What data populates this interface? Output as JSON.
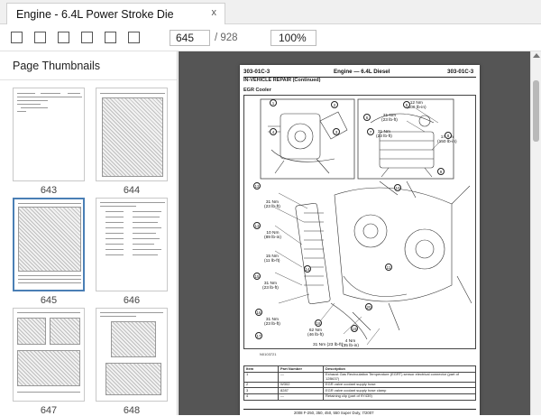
{
  "tab": {
    "title": "Engine - 6.4L Power Stroke Die",
    "close": "x"
  },
  "toolbar": {
    "buttons": [
      "square-button-1",
      "square-button-2",
      "square-button-3",
      "square-button-4",
      "square-button-5",
      "square-button-6"
    ],
    "page_value": "645",
    "page_total": "/ 928",
    "zoom_value": "100%"
  },
  "sidebar": {
    "title": "Page Thumbnails",
    "thumbnails": [
      {
        "label": "643",
        "selected": false
      },
      {
        "label": "644",
        "selected": false
      },
      {
        "label": "645",
        "selected": true
      },
      {
        "label": "646",
        "selected": false
      },
      {
        "label": "647",
        "selected": false
      },
      {
        "label": "648",
        "selected": false
      }
    ]
  },
  "page": {
    "header_left": "303-01C-3",
    "header_center": "Engine — 6.4L Diesel",
    "header_right": "303-01C-3",
    "subheader": "IN-VEHICLE REPAIR (Continued)",
    "section": "EGR Cooler",
    "figure_id": "N0103721",
    "callouts": {
      "c12nm_top": "12 Nm",
      "c12nm_top_sub": "(106 lb-in)",
      "c31nm_a": "31 Nm",
      "c31nm_a_sub": "(23 lb-ft)",
      "c31nm_b": "31 Nm",
      "c31nm_b_sub": "(23 lb-ft)",
      "c17nm": "17 Nm",
      "c17nm_sub": "(150 lb-in)",
      "c31nm_c": "31 Nm",
      "c31nm_c_sub": "(23 lb-ft)",
      "c10nm": "10 Nm",
      "c10nm_sub": "(89 lb-in)",
      "c15nm": "15 Nm",
      "c15nm_sub": "(11 lb-ft)",
      "c31nm_d": "31 Nm",
      "c31nm_d_sub": "(23 lb-ft)",
      "c31nm_e": "31 Nm",
      "c31nm_e_sub": "(23 lb-ft)",
      "c62nm": "62 Nm",
      "c62nm_sub": "(46 lb-ft)",
      "c4nm": "4 Nm",
      "c4nm_sub": "(35 lb-in)",
      "c31nm_f": "31 Nm",
      "c31nm_f_sub": "(23 lb-ft)"
    },
    "markers": [
      "1",
      "2",
      "3",
      "4",
      "5",
      "6",
      "7",
      "8",
      "9",
      "10",
      "11",
      "12",
      "13",
      "14",
      "15",
      "16",
      "17",
      "18",
      "19",
      "20"
    ],
    "table": {
      "headers": [
        "Item",
        "Part Number",
        "Description"
      ],
      "rows": [
        [
          "1",
          "—",
          "Exhaust Gas Recirculation Temperature (EGRT) sensor electrical connector (part of 12B637)"
        ],
        [
          "2",
          "W302",
          "EGR valve coolant supply hose"
        ],
        [
          "3",
          "8287",
          "EGR valve coolant supply hose clamp"
        ],
        [
          "4",
          "—",
          "Retaining clip (part of 9Y439)"
        ]
      ]
    },
    "footer": "2008 F-250, 350, 450, 550 Super Duty, 7/2007"
  }
}
